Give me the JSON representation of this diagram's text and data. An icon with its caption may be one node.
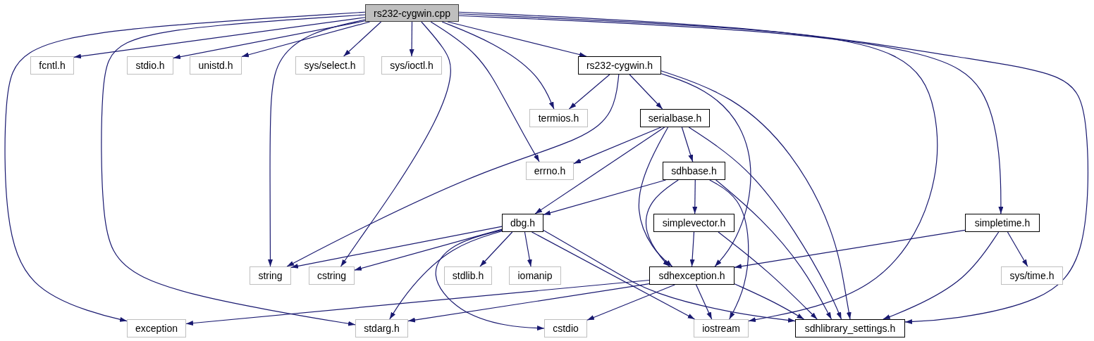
{
  "diagram": {
    "nodes": [
      {
        "text": [
          "rs232-cygwin.cpp"
        ]
      },
      {
        "text": [
          "fcntl.h"
        ]
      },
      {
        "text": [
          "stdio.h"
        ]
      },
      {
        "text": [
          "unistd.h"
        ]
      },
      {
        "text": [
          "sys/select.h"
        ]
      },
      {
        "text": [
          "sys/ioctl.h"
        ]
      },
      {
        "text": [
          "rs232-cygwin.h"
        ]
      },
      {
        "text": [
          "termios.h"
        ]
      },
      {
        "text": [
          "serialbase.h"
        ]
      },
      {
        "text": [
          "errno.h"
        ]
      },
      {
        "text": [
          "sdhbase.h"
        ]
      },
      {
        "text": [
          "dbg.h"
        ]
      },
      {
        "text": [
          "simplevector.h"
        ]
      },
      {
        "text": [
          "simpletime.h"
        ]
      },
      {
        "text": [
          "string"
        ]
      },
      {
        "text": [
          "cstring"
        ]
      },
      {
        "text": [
          "stdlib.h"
        ]
      },
      {
        "text": [
          "iomanip"
        ]
      },
      {
        "text": [
          "sdhexception.h"
        ]
      },
      {
        "text": [
          "sys/time.h"
        ]
      },
      {
        "text": [
          "exception"
        ]
      },
      {
        "text": [
          "stdarg.h"
        ]
      },
      {
        "text": [
          "cstdio"
        ]
      },
      {
        "text": [
          "iostream"
        ]
      },
      {
        "text": [
          "sdhlibrary_settings.h"
        ]
      }
    ],
    "edges": [
      {
        "from": 0,
        "to": 1,
        "arrow": "to"
      },
      {
        "from": 0,
        "to": 2,
        "arrow": "to"
      },
      {
        "from": 0,
        "to": 3,
        "arrow": "to"
      },
      {
        "from": 0,
        "to": 4,
        "arrow": "to"
      },
      {
        "from": 0,
        "to": 5,
        "arrow": "to"
      },
      {
        "from": 0,
        "to": 6,
        "arrow": "to"
      },
      {
        "from": 0,
        "to": 7,
        "arrow": "to"
      },
      {
        "from": 0,
        "to": 9,
        "arrow": "to"
      },
      {
        "from": 0,
        "to": 15,
        "arrow": "to"
      },
      {
        "from": 0,
        "to": 14,
        "arrow": "to"
      },
      {
        "from": 0,
        "to": 21,
        "arrow": "to"
      },
      {
        "from": 0,
        "to": 20,
        "arrow": "to"
      },
      {
        "from": 0,
        "to": 23,
        "arrow": "to"
      },
      {
        "from": 0,
        "to": 13,
        "arrow": "to"
      },
      {
        "from": 0,
        "to": 24,
        "arrow": "to"
      },
      {
        "from": 6,
        "to": 7,
        "arrow": "to"
      },
      {
        "from": 6,
        "to": 14,
        "arrow": "to"
      },
      {
        "from": 6,
        "to": 8,
        "arrow": "to"
      },
      {
        "from": 6,
        "to": 18,
        "arrow": "to"
      },
      {
        "from": 6,
        "to": 24,
        "arrow": "to"
      },
      {
        "from": 8,
        "to": 9,
        "arrow": "to"
      },
      {
        "from": 8,
        "to": 11,
        "arrow": "to"
      },
      {
        "from": 8,
        "to": 10,
        "arrow": "to"
      },
      {
        "from": 8,
        "to": 18,
        "arrow": "to"
      },
      {
        "from": 8,
        "to": 24,
        "arrow": "to"
      },
      {
        "from": 10,
        "to": 11,
        "arrow": "to"
      },
      {
        "from": 10,
        "to": 12,
        "arrow": "to"
      },
      {
        "from": 10,
        "to": 18,
        "arrow": "to"
      },
      {
        "from": 10,
        "to": 23,
        "arrow": "to"
      },
      {
        "from": 10,
        "to": 24,
        "arrow": "to"
      },
      {
        "from": 12,
        "to": 18,
        "arrow": "to"
      },
      {
        "from": 12,
        "to": 24,
        "arrow": "to"
      },
      {
        "from": 11,
        "to": 14,
        "arrow": "to"
      },
      {
        "from": 11,
        "to": 15,
        "arrow": "to"
      },
      {
        "from": 11,
        "to": 16,
        "arrow": "to"
      },
      {
        "from": 11,
        "to": 17,
        "arrow": "to"
      },
      {
        "from": 11,
        "to": 21,
        "arrow": "to"
      },
      {
        "from": 11,
        "to": 22,
        "arrow": "to"
      },
      {
        "from": 11,
        "to": 23,
        "arrow": "to"
      },
      {
        "from": 11,
        "to": 24,
        "arrow": "to"
      },
      {
        "from": 18,
        "to": 20,
        "arrow": "to"
      },
      {
        "from": 18,
        "to": 21,
        "arrow": "to"
      },
      {
        "from": 18,
        "to": 22,
        "arrow": "to"
      },
      {
        "from": 18,
        "to": 23,
        "arrow": "to"
      },
      {
        "from": 18,
        "to": 24,
        "arrow": "to"
      },
      {
        "from": 13,
        "to": 18,
        "arrow": "to"
      },
      {
        "from": 13,
        "to": 19,
        "arrow": "to"
      },
      {
        "from": 13,
        "to": 24,
        "arrow": "to"
      }
    ]
  }
}
